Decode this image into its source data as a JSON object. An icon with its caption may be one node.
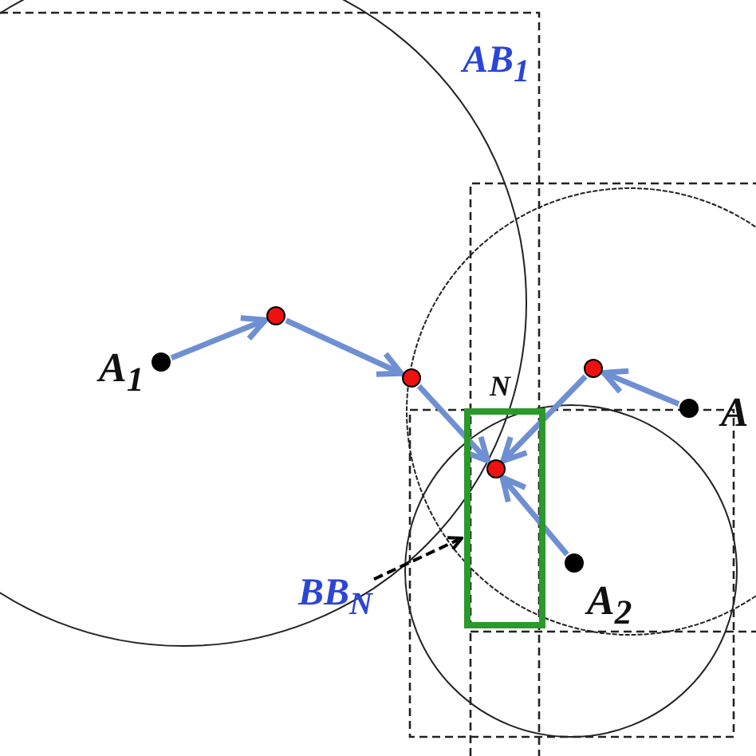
{
  "diagram": {
    "nodes": [
      {
        "text": [],
        "shape": "circle",
        "beside": [
          "A$_{1}$"
        ]
      },
      {
        "text": [],
        "shape": "circle"
      },
      {
        "text": [],
        "shape": "circle"
      },
      {
        "text": [],
        "shape": "circle",
        "in": 7
      },
      {
        "text": [],
        "shape": "circle"
      },
      {
        "text": [],
        "shape": "circle",
        "beside": [
          "A"
        ]
      },
      {
        "text": [],
        "shape": "circle",
        "beside": [
          "A$_{2}$"
        ]
      },
      {
        "text": [],
        "shape": "box",
        "beside": [
          "N"
        ]
      },
      {
        "text": [
          "BB$_{N}$"
        ]
      }
    ],
    "edges": [
      {
        "from": 0,
        "to": 1,
        "arrow": "to"
      },
      {
        "from": 1,
        "to": 2,
        "arrow": "to"
      },
      {
        "from": 2,
        "to": 3,
        "arrow": "to"
      },
      {
        "from": 5,
        "to": 4,
        "arrow": "to"
      },
      {
        "from": 4,
        "to": 3,
        "arrow": "to"
      },
      {
        "from": 6,
        "to": 3,
        "arrow": "to"
      },
      {
        "from": 8,
        "to": 7,
        "arrow": "to",
        "style": "dashed",
        "color": "#000000"
      }
    ],
    "labels": [
      "AB$_{1}$"
    ]
  }
}
